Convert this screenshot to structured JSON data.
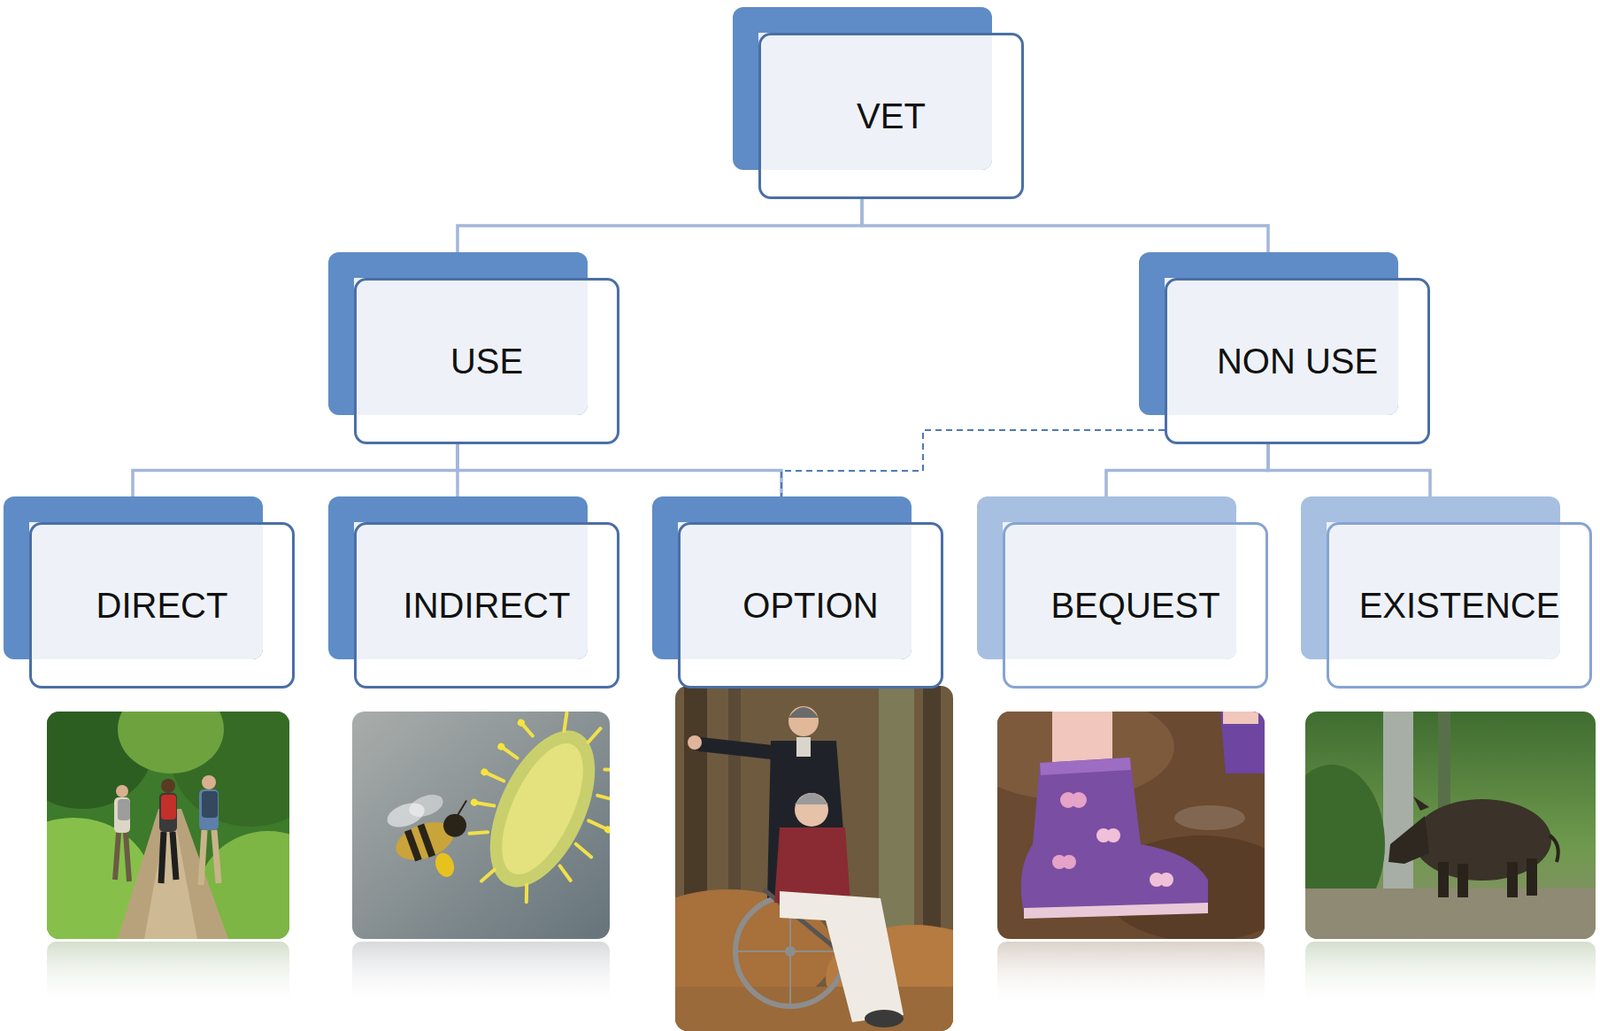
{
  "diagram": {
    "nodes": [
      {
        "text": [
          "VET"
        ]
      },
      {
        "text": [
          "USE"
        ]
      },
      {
        "text": [
          "NON USE"
        ]
      },
      {
        "text": [
          "DIRECT"
        ]
      },
      {
        "text": [
          "INDIRECT"
        ]
      },
      {
        "text": [
          "OPTION"
        ]
      },
      {
        "text": [
          "BEQUEST"
        ]
      },
      {
        "text": [
          "EXISTENCE"
        ]
      }
    ],
    "edges": [
      {
        "from": 0,
        "to": 1,
        "arrow": "none"
      },
      {
        "from": 0,
        "to": 2,
        "arrow": "none"
      },
      {
        "from": 1,
        "to": 3,
        "arrow": "none"
      },
      {
        "from": 1,
        "to": 4,
        "arrow": "none"
      },
      {
        "from": 1,
        "to": 5,
        "arrow": "none"
      },
      {
        "from": 2,
        "to": 6,
        "arrow": "none"
      },
      {
        "from": 2,
        "to": 7,
        "arrow": "none"
      },
      {
        "from": 2,
        "to": 5,
        "arrow": "none"
      }
    ]
  }
}
